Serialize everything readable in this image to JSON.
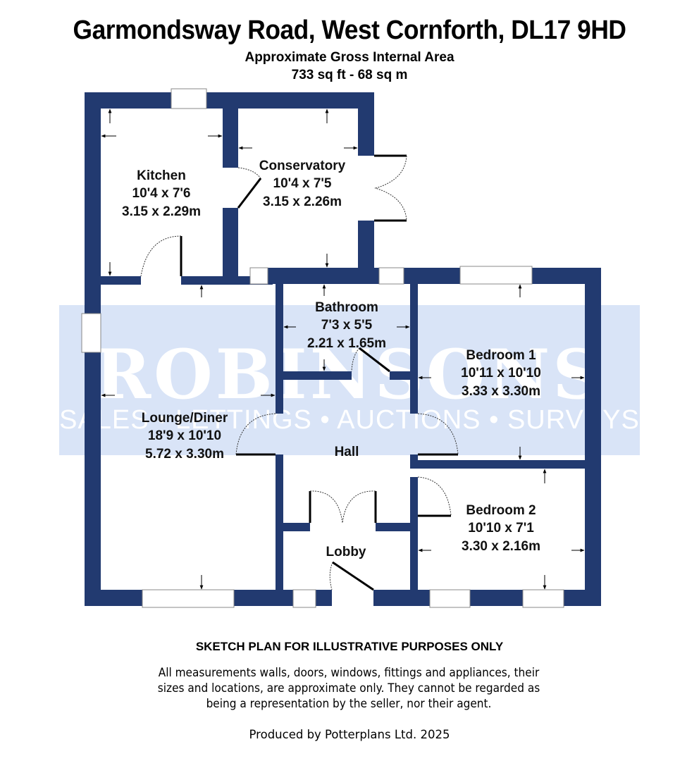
{
  "header": {
    "title": "Garmondsway Road, West Cornforth, DL17 9HD",
    "area_label": "Approximate Gross Internal Area",
    "area_value": "733 sq ft - 68 sq m"
  },
  "watermark": {
    "brand": "ROBINSONS",
    "tagline": "SALES • LETTINGS • AUCTIONS • SURVEYS",
    "band_color": "#d9e4f7"
  },
  "colors": {
    "wall": "#223a70",
    "background": "#ffffff"
  },
  "rooms": {
    "kitchen": {
      "name": "Kitchen",
      "imperial": "10'4 x 7'6",
      "metric": "3.15 x 2.29m"
    },
    "conservatory": {
      "name": "Conservatory",
      "imperial": "10'4 x 7'5",
      "metric": "3.15 x 2.26m"
    },
    "bathroom": {
      "name": "Bathroom",
      "imperial": "7'3 x 5'5",
      "metric": "2.21 x 1.65m"
    },
    "bedroom1": {
      "name": "Bedroom 1",
      "imperial": "10'11 x 10'10",
      "metric": "3.33 x 3.30m"
    },
    "lounge": {
      "name": "Lounge/Diner",
      "imperial": "18'9 x 10'10",
      "metric": "5.72 x 3.30m"
    },
    "hall": {
      "name": "Hall"
    },
    "bedroom2": {
      "name": "Bedroom 2",
      "imperial": "10'10 x 7'1",
      "metric": "3.30 x 2.16m"
    },
    "lobby": {
      "name": "Lobby"
    }
  },
  "footer": {
    "heading": "SKETCH PLAN FOR ILLUSTRATIVE PURPOSES ONLY",
    "disclaimer": "All measurements walls, doors, windows, fittings and appliances, their sizes and locations, are approximate only. They cannot be regarded as being a representation by the seller, nor their agent.",
    "producer": "Produced by Potterplans Ltd. 2025"
  }
}
